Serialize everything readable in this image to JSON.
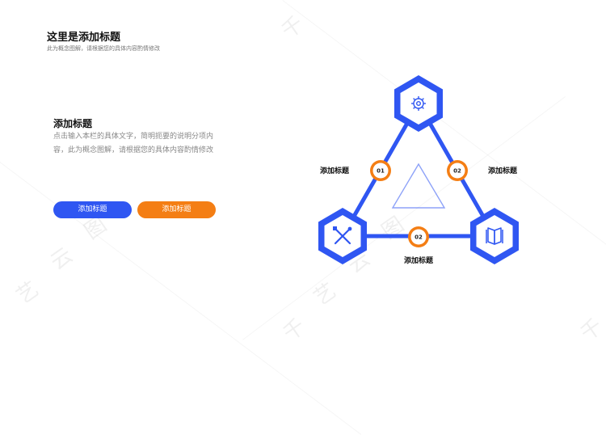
{
  "header": {
    "title": "这里是添加标题",
    "subtitle": "此为概念图解，请根据您的具体内容酌情修改"
  },
  "section": {
    "title": "添加标题",
    "body": "点击输入本栏的具体文字，简明扼要的说明分项内容，此为概念图解，请根据您的具体内容酌情修改"
  },
  "buttons": {
    "primary_label": "添加标题",
    "secondary_label": "添加标题"
  },
  "diagram": {
    "nodes": [
      {
        "id": "top",
        "icon": "gear-icon"
      },
      {
        "id": "bottom-left",
        "icon": "tools-icon"
      },
      {
        "id": "bottom-right",
        "icon": "book-icon"
      }
    ],
    "connectors": [
      {
        "number": "01",
        "label": "添加标题"
      },
      {
        "number": "02",
        "label": "添加标题"
      },
      {
        "number": "02",
        "label": "添加标题"
      }
    ]
  },
  "watermark": {
    "chars": [
      "千",
      "艺",
      "云",
      "图",
      "千",
      "艺",
      "云",
      "图",
      "千"
    ]
  },
  "colors": {
    "blue": "#2f56f2",
    "orange": "#f47e14"
  }
}
